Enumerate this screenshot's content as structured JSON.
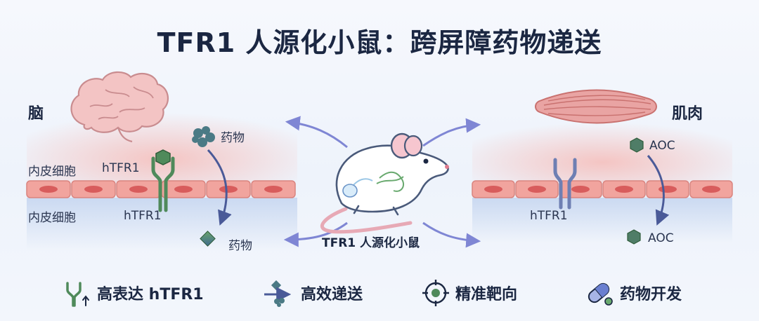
{
  "title": "TFR1 人源化小鼠：跨屏障药物递送",
  "left_panel": {
    "organ": "脑",
    "layer_label_top": "内皮细胞",
    "layer_label_bottom": "内皮细胞",
    "receptor_top": "hTFR1",
    "receptor_bottom": "hTFR1",
    "drug_top": "药物",
    "drug_bottom": "药物"
  },
  "center": {
    "mouse_label": "TFR1 人源化小鼠"
  },
  "right_panel": {
    "organ": "肌肉",
    "receptor": "hTFR1",
    "aoc_top": "AOC",
    "aoc_bottom": "AOC"
  },
  "features": [
    {
      "icon": "antibody-up-icon",
      "label": "高表达 hTFR1"
    },
    {
      "icon": "delivery-arrow-icon",
      "label": "高效递送"
    },
    {
      "icon": "target-icon",
      "label": "精准靶向"
    },
    {
      "icon": "capsule-icon",
      "label": "药物开发"
    }
  ],
  "colors": {
    "receptor": "#4f8a5b",
    "receptor_right": "#6e7fb3",
    "cell": "#f1a49e",
    "cell_nucleus": "#d85c5c",
    "arrow": "#7f86d4",
    "drug": "#4b7a85"
  }
}
